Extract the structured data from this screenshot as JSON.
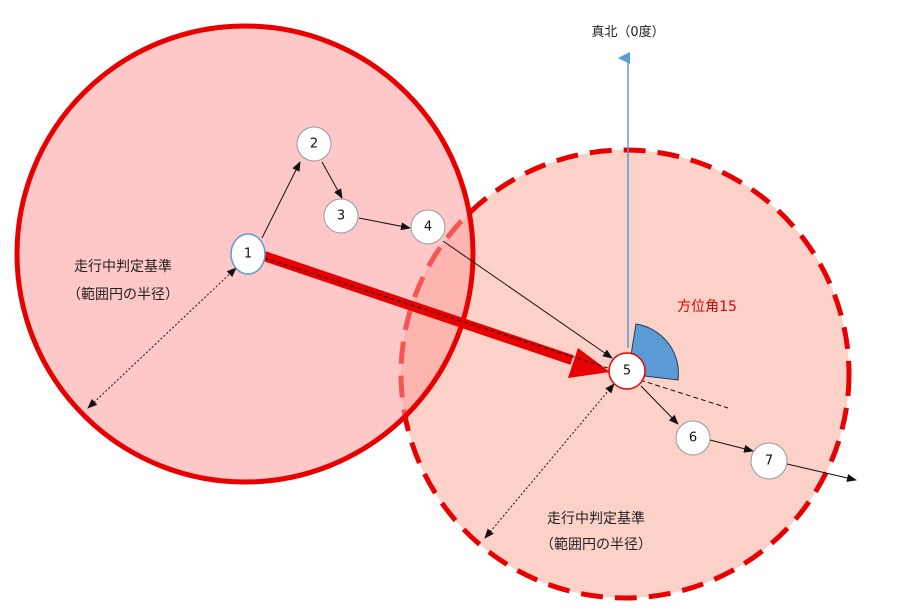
{
  "north_label": "真北（0度）",
  "azimuth_label": "方位角15",
  "criterion_label_line1": "走行中判定基準",
  "criterion_label_line2": "（範囲円の半径）",
  "nodes": [
    "1",
    "2",
    "3",
    "4",
    "5",
    "6",
    "7"
  ],
  "colors": {
    "accent_red": "#e80000",
    "range_fill": "#ffc4c4",
    "range_fill_dashed": "#fcd2c8",
    "north_blue": "#5b9bd5",
    "azimuth_fill": "#5b9bd5",
    "node_border_blue": "#5b9bd5"
  }
}
